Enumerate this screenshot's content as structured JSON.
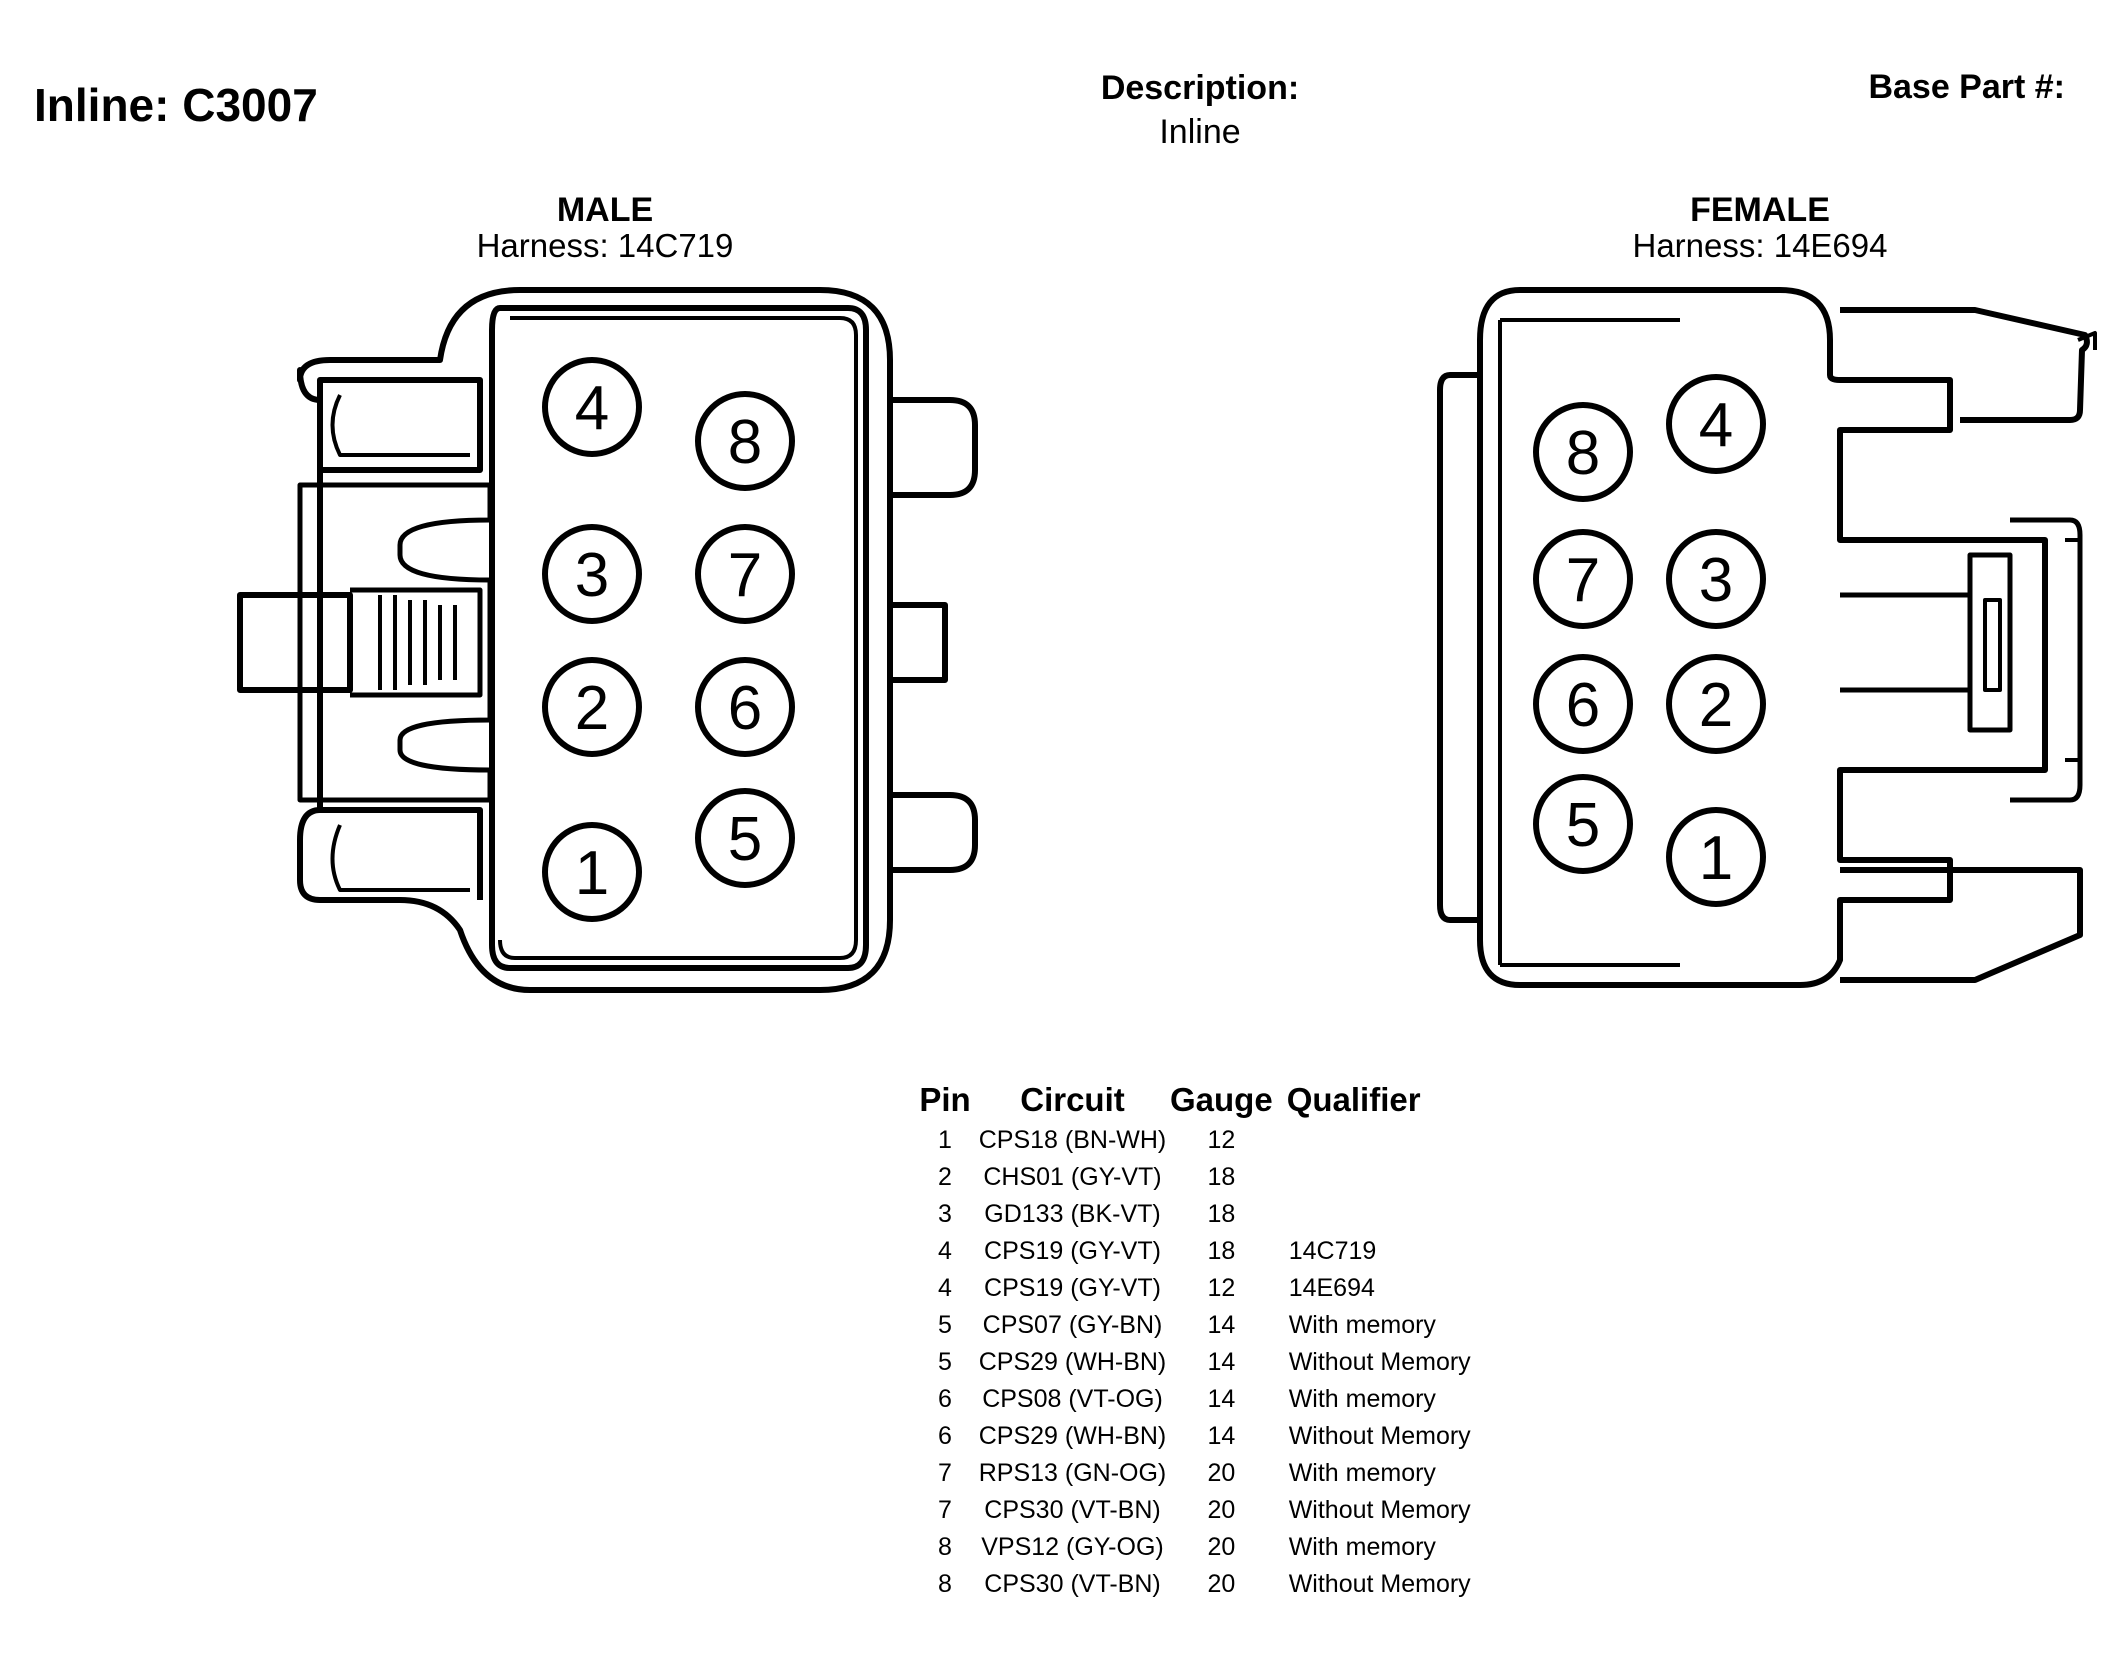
{
  "header": {
    "title": "Inline: C3007",
    "description_label": "Description:",
    "description_value": "Inline",
    "base_part_label": "Base Part #:"
  },
  "male": {
    "label": "MALE",
    "harness": "Harness: 14C719",
    "pins": [
      "4",
      "8",
      "3",
      "7",
      "2",
      "6",
      "1",
      "5"
    ]
  },
  "female": {
    "label": "FEMALE",
    "harness": "Harness: 14E694",
    "pins": [
      "8",
      "4",
      "7",
      "3",
      "6",
      "2",
      "5",
      "1"
    ]
  },
  "table": {
    "headers": [
      "Pin",
      "Circuit",
      "Gauge",
      "Qualifier"
    ],
    "rows": [
      [
        "1",
        "CPS18 (BN-WH)",
        "12",
        ""
      ],
      [
        "2",
        "CHS01 (GY-VT)",
        "18",
        ""
      ],
      [
        "3",
        "GD133 (BK-VT)",
        "18",
        ""
      ],
      [
        "4",
        "CPS19 (GY-VT)",
        "18",
        "14C719"
      ],
      [
        "4",
        "CPS19 (GY-VT)",
        "12",
        "14E694"
      ],
      [
        "5",
        "CPS07 (GY-BN)",
        "14",
        "With memory"
      ],
      [
        "5",
        "CPS29 (WH-BN)",
        "14",
        "Without Memory"
      ],
      [
        "6",
        "CPS08 (VT-OG)",
        "14",
        "With memory"
      ],
      [
        "6",
        "CPS29 (WH-BN)",
        "14",
        "Without Memory"
      ],
      [
        "7",
        "RPS13 (GN-OG)",
        "20",
        "With memory"
      ],
      [
        "7",
        "CPS30 (VT-BN)",
        "20",
        "Without Memory"
      ],
      [
        "8",
        "VPS12 (GY-OG)",
        "20",
        "With memory"
      ],
      [
        "8",
        "CPS30 (VT-BN)",
        "20",
        "Without Memory"
      ]
    ]
  }
}
